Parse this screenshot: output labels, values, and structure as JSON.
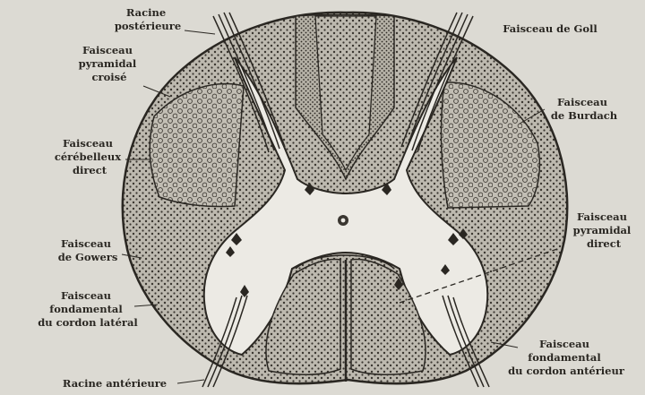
{
  "labels": {
    "racine_posterieure": [
      "Racine",
      "postérieure"
    ],
    "faisceau_pyramidal_croise": [
      "Faisceau",
      "pyramidal",
      "croisé"
    ],
    "faisceau_cerebelleux_direct": [
      "Faisceau",
      "cérébelleux",
      "direct"
    ],
    "faisceau_de_gowers": [
      "Faisceau",
      "de Gowers"
    ],
    "faisceau_fondamental_cordon_lateral": [
      "Faisceau",
      "fondamental",
      "du cordon latéral"
    ],
    "racine_anterieure": [
      "Racine antérieure"
    ],
    "faisceau_de_goll": [
      "Faisceau de Goll"
    ],
    "faisceau_de_burdach": [
      "Faisceau",
      "de Burdach"
    ],
    "faisceau_pyramidal_direct": [
      "Faisceau",
      "pyramidal",
      "direct"
    ],
    "faisceau_fondamental_cordon_anterieur": [
      "Faisceau",
      "fondamental",
      "du cordon antérieur"
    ]
  },
  "colors": {
    "background": "#dcdad3",
    "white_matter": "#b9b5ab",
    "gray_matter": "#eceae4",
    "ink": "#2a2722"
  }
}
